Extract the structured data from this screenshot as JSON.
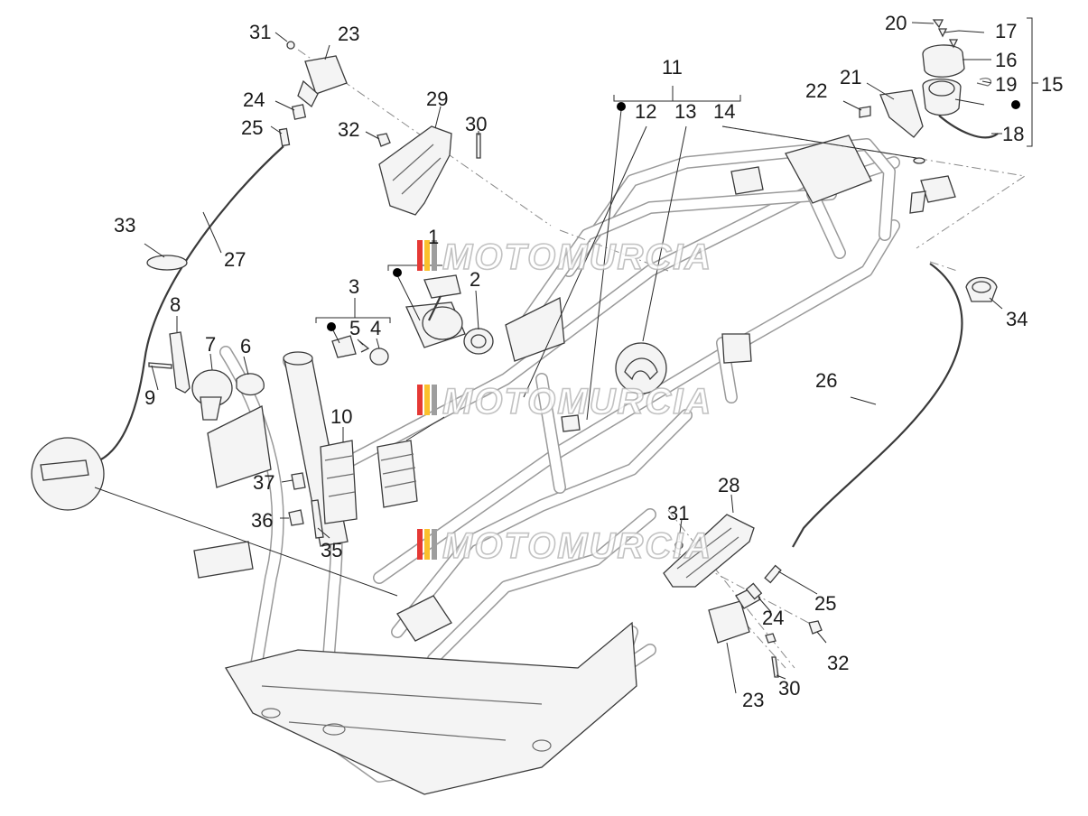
{
  "diagram": {
    "watermark_text": "MOTOMURCIA",
    "callouts": [
      {
        "id": "1",
        "text": "1"
      },
      {
        "id": "2",
        "text": "2"
      },
      {
        "id": "3",
        "text": "3"
      },
      {
        "id": "4",
        "text": "4"
      },
      {
        "id": "5",
        "text": "5"
      },
      {
        "id": "6",
        "text": "6"
      },
      {
        "id": "7",
        "text": "7"
      },
      {
        "id": "8",
        "text": "8"
      },
      {
        "id": "9",
        "text": "9"
      },
      {
        "id": "10",
        "text": "10"
      },
      {
        "id": "11",
        "text": "11"
      },
      {
        "id": "12",
        "text": "12"
      },
      {
        "id": "13",
        "text": "13"
      },
      {
        "id": "14",
        "text": "14"
      },
      {
        "id": "15",
        "text": "15"
      },
      {
        "id": "16",
        "text": "16"
      },
      {
        "id": "17",
        "text": "17"
      },
      {
        "id": "18",
        "text": "18"
      },
      {
        "id": "19",
        "text": "19"
      },
      {
        "id": "20",
        "text": "20"
      },
      {
        "id": "21",
        "text": "21"
      },
      {
        "id": "22",
        "text": "22"
      },
      {
        "id": "23a",
        "text": "23"
      },
      {
        "id": "23b",
        "text": "23"
      },
      {
        "id": "24a",
        "text": "24"
      },
      {
        "id": "24b",
        "text": "24"
      },
      {
        "id": "25a",
        "text": "25"
      },
      {
        "id": "25b",
        "text": "25"
      },
      {
        "id": "26",
        "text": "26"
      },
      {
        "id": "27",
        "text": "27"
      },
      {
        "id": "28",
        "text": "28"
      },
      {
        "id": "29",
        "text": "29"
      },
      {
        "id": "30a",
        "text": "30"
      },
      {
        "id": "30b",
        "text": "30"
      },
      {
        "id": "31a",
        "text": "31"
      },
      {
        "id": "31b",
        "text": "31"
      },
      {
        "id": "32a",
        "text": "32"
      },
      {
        "id": "32b",
        "text": "32"
      },
      {
        "id": "33",
        "text": "33"
      },
      {
        "id": "34",
        "text": "34"
      },
      {
        "id": "35",
        "text": "35"
      },
      {
        "id": "36",
        "text": "36"
      },
      {
        "id": "37",
        "text": "37"
      }
    ]
  },
  "colors": {
    "background": "#ffffff",
    "line": "#3a3a3a",
    "watermark_red": "#e53935",
    "watermark_yellow": "#fbc02d",
    "watermark_grey": "#9e9e9e"
  }
}
